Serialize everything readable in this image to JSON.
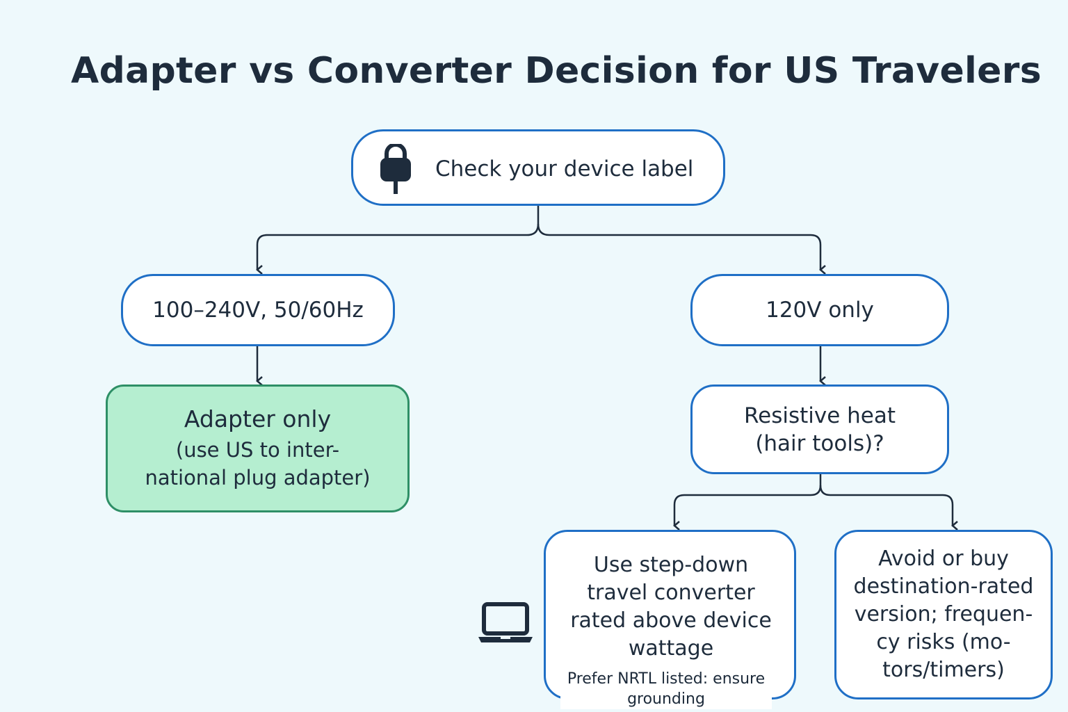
{
  "title": "Adapter vs Converter Decision for US Travelers",
  "nodes": {
    "start": {
      "label": "Check your device label",
      "icon": "plug-icon"
    },
    "dual_voltage": {
      "label": "100–240V, 50/60Hz"
    },
    "single_voltage": {
      "label": "120V only"
    },
    "adapter_only": {
      "label": "Adapter only",
      "detail": "(use US to inter-\nnational plug adapter)"
    },
    "resistive_heat": {
      "label": "Resistive heat\n(hair tools)?"
    },
    "step_down": {
      "label": "Use step-down\ntravel converter\nrated above device\nwattage",
      "note": "Prefer NRTL listed: ensure\ngrounding",
      "icon": "laptop-icon"
    },
    "avoid": {
      "label": "Avoid or buy\ndestination-rated\nversion; frequen-\ncy risks (mo-\ntors/timers)"
    }
  },
  "colors": {
    "border": "#1f6fc6",
    "adapter_fill": "#b5eed0",
    "adapter_border": "#2e8f66",
    "background": "#eef9fc"
  }
}
